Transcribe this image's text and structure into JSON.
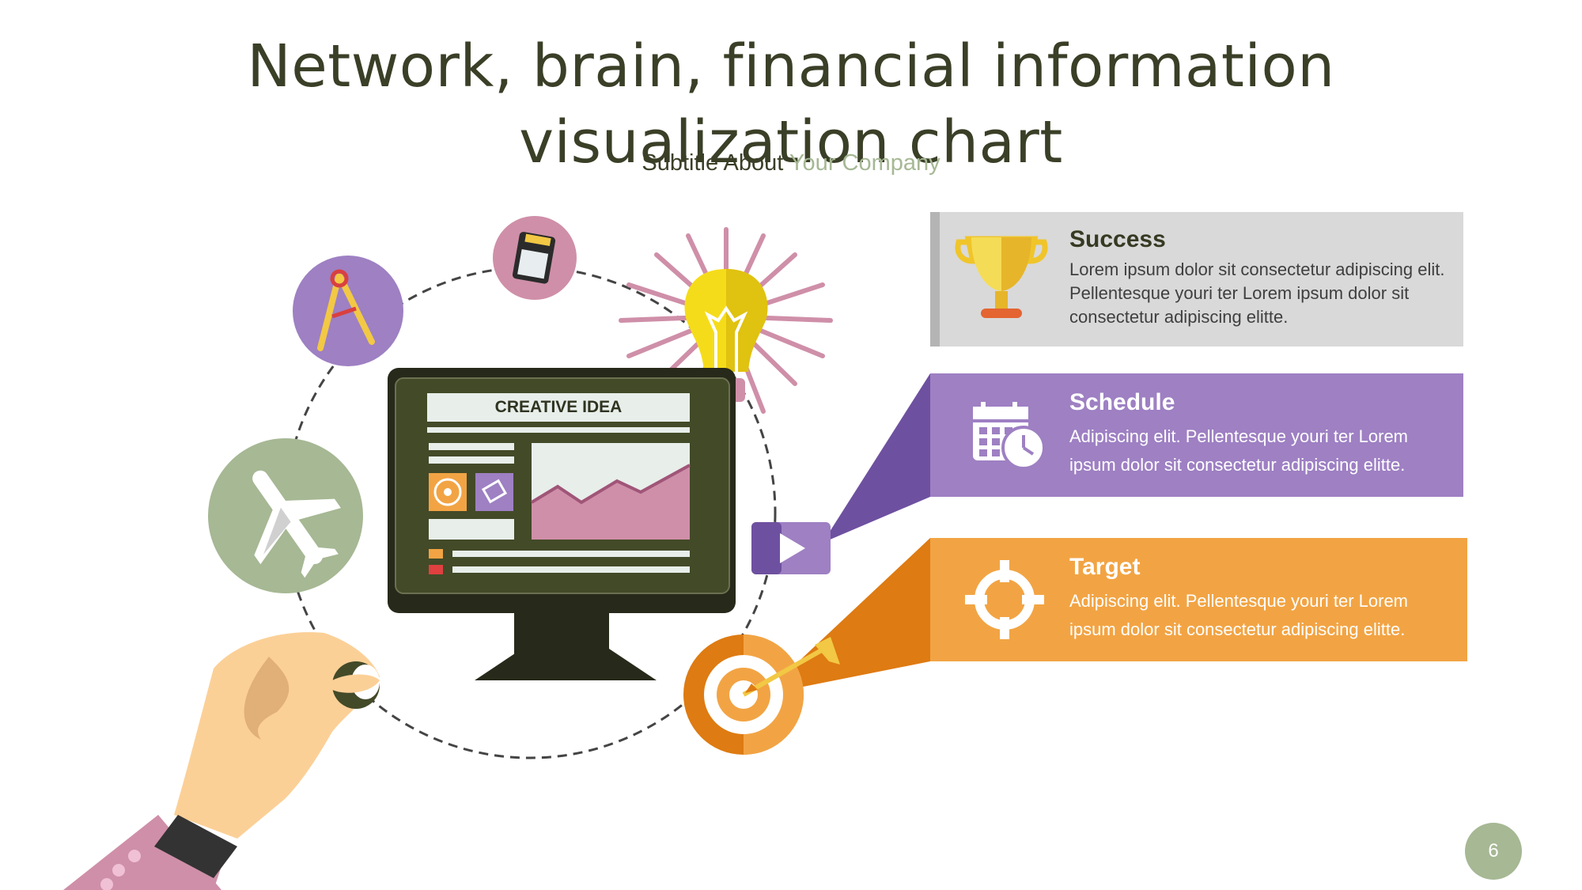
{
  "slide": {
    "title": "Network, brain, financial information visualization chart",
    "subtitle_prefix": "Subtitle About ",
    "subtitle_accent": "Your Company",
    "page_number": "6"
  },
  "monitor": {
    "banner_text": "CREATIVE IDEA"
  },
  "panels": [
    {
      "title": "Success",
      "body": "Lorem ipsum dolor sit consectetur adipiscing elit. Pellentesque youri ter Lorem ipsum dolor sit consectetur adipiscing elitte.",
      "icon": "trophy-icon",
      "color": "#d9d9d9"
    },
    {
      "title": "Schedule",
      "body": "Adipiscing elit. Pellentesque youri ter Lorem ipsum dolor sit consectetur adipiscing elitte.",
      "icon": "calendar-clock-icon",
      "color": "#9e80c3"
    },
    {
      "title": "Target",
      "body": "Adipiscing elit. Pellentesque youri ter Lorem ipsum dolor sit consectetur adipiscing elitte.",
      "icon": "crosshair-icon",
      "color": "#f2a444"
    }
  ],
  "colors": {
    "title_text": "#3a3f27",
    "accent_green": "#a6b894",
    "purple": "#9e80c3",
    "orange": "#f2a444",
    "pink": "#cf8fa8",
    "dark_olive": "#434a28"
  }
}
